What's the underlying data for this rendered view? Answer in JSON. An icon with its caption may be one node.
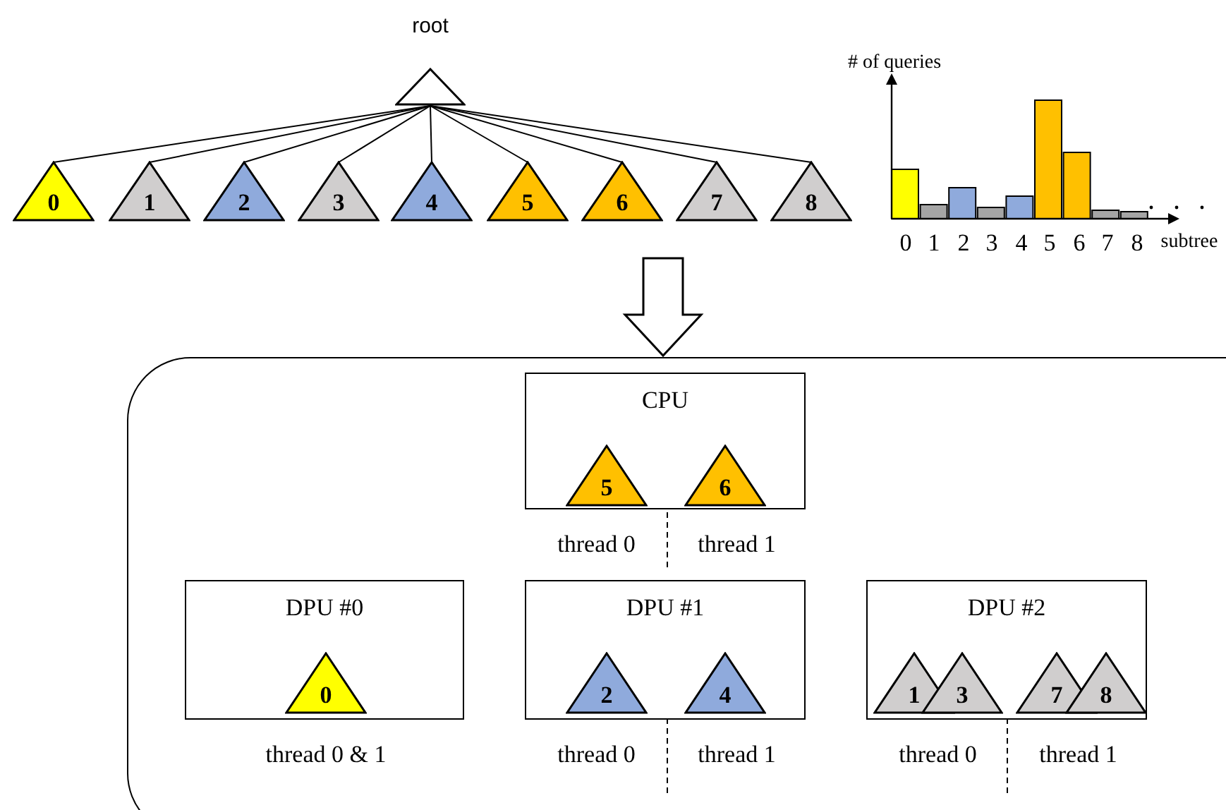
{
  "diagram": {
    "nodes": [
      {
        "text": [
          "root"
        ]
      },
      {
        "text": [
          "0"
        ]
      },
      {
        "text": [
          "1"
        ]
      },
      {
        "text": [
          "2"
        ]
      },
      {
        "text": [
          "3"
        ]
      },
      {
        "text": [
          "4"
        ]
      },
      {
        "text": [
          "5"
        ]
      },
      {
        "text": [
          "6"
        ]
      },
      {
        "text": [
          "7"
        ]
      },
      {
        "text": [
          "8"
        ]
      },
      {
        "text": [],
        "shape": "box"
      },
      {
        "text": [
          "CPU"
        ],
        "in": 10,
        "beside": [
          "thread 0",
          "thread 1"
        ]
      },
      {
        "text": [
          "5"
        ],
        "in": 11
      },
      {
        "text": [
          "6"
        ],
        "in": 11
      },
      {
        "text": [
          "DPU #0"
        ],
        "in": 10,
        "beside": [
          "thread 0 & 1"
        ]
      },
      {
        "text": [
          "0"
        ],
        "in": 14
      },
      {
        "text": [
          "DPU #1"
        ],
        "in": 10,
        "beside": [
          "thread 0",
          "thread 1"
        ]
      },
      {
        "text": [
          "2"
        ],
        "in": 16
      },
      {
        "text": [
          "4"
        ],
        "in": 16
      },
      {
        "text": [
          "DPU #2"
        ],
        "in": 10,
        "beside": [
          "thread 0",
          "thread 1"
        ]
      },
      {
        "text": [
          "1"
        ],
        "in": 19
      },
      {
        "text": [
          "3"
        ],
        "in": 19
      },
      {
        "text": [
          "7"
        ],
        "in": 19
      },
      {
        "text": [
          "8"
        ],
        "in": 19
      }
    ],
    "edges": [
      {
        "from": 0,
        "to": 1,
        "arrow": "none"
      },
      {
        "from": 0,
        "to": 2,
        "arrow": "none"
      },
      {
        "from": 0,
        "to": 3,
        "arrow": "none"
      },
      {
        "from": 0,
        "to": 4,
        "arrow": "none"
      },
      {
        "from": 0,
        "to": 5,
        "arrow": "none"
      },
      {
        "from": 0,
        "to": 6,
        "arrow": "none"
      },
      {
        "from": 0,
        "to": 7,
        "arrow": "none"
      },
      {
        "from": 0,
        "to": 8,
        "arrow": "none"
      },
      {
        "from": 0,
        "to": 9,
        "arrow": "none"
      },
      {
        "from": null,
        "to": 10,
        "arrow": "to"
      }
    ],
    "labels": [
      "# of queries",
      "0",
      "1",
      "2",
      "3",
      "4",
      "5",
      "6",
      "7",
      "8",
      "subtree"
    ]
  }
}
